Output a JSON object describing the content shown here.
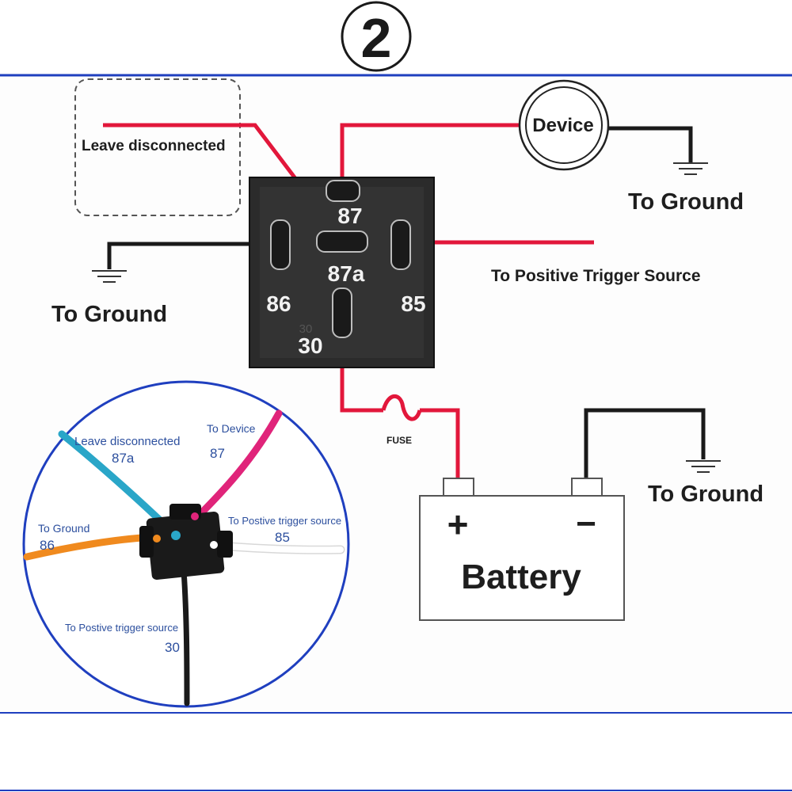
{
  "step_number": "2",
  "colors": {
    "frame_blue": "#1f3fbf",
    "wire_red": "#e2173b",
    "wire_black": "#1a1a1a",
    "relay_body": "#2b2b2b",
    "socket_cyan": "#2aa6c8",
    "socket_pink": "#e0247a",
    "socket_orange": "#f08a1e",
    "socket_white": "#ffffff",
    "socket_black": "#1a1a1a",
    "inset_label_blue": "#2c4f9e"
  },
  "icons": [
    "ground-icon",
    "fuse-icon",
    "relay-icon",
    "battery-icon",
    "socket-icon"
  ],
  "diagram": {
    "leave_disconnected": "Leave disconnected",
    "device": "Device",
    "to_ground_device": "To Ground",
    "to_ground_86": "To Ground",
    "to_positive_trigger": "To Positive Trigger Source",
    "to_ground_battery": "To Ground",
    "fuse": "FUSE",
    "battery": "Battery",
    "plus": "+",
    "minus": "−",
    "relay": {
      "pin_87": "87",
      "pin_87a": "87a",
      "pin_86": "86",
      "pin_85": "85",
      "pin_30": "30",
      "pin_30_small": "30"
    }
  },
  "inset": {
    "leave_disconnected": "Leave disconnected",
    "pin_87a": "87a",
    "to_device": "To Device",
    "pin_87": "87",
    "to_ground": "To Ground",
    "pin_86": "86",
    "to_positive_trigger_85": "To Postive trigger source",
    "pin_85": "85",
    "to_positive_trigger_30": "To Postive trigger source",
    "pin_30": "30"
  }
}
